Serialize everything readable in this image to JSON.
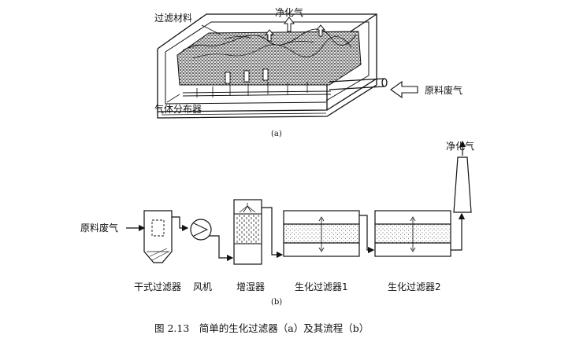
{
  "panel_a": {
    "label": "(a)",
    "filter_material": "过滤材料",
    "clean_gas": "净化气",
    "gas_distributor": "气体分布器",
    "raw_waste_gas": "原料废气"
  },
  "panel_b": {
    "label": "(b)",
    "clean_gas": "净化气",
    "raw_waste_gas": "原料废气",
    "dry_filter": "干式过滤器",
    "fan": "风机",
    "humidifier": "增湿器",
    "biofilter_1": "生化过滤器1",
    "biofilter_2": "生化过滤器2"
  },
  "caption": "图 2.13　简单的生化过滤器（a）及其流程（b）"
}
